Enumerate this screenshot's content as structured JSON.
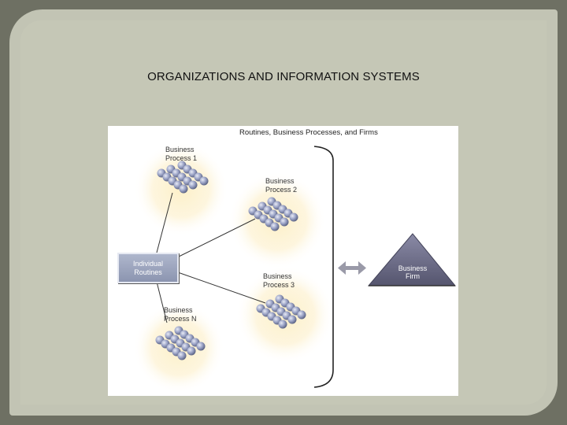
{
  "slide": {
    "title": "ORGANIZATIONS AND INFORMATION SYSTEMS"
  },
  "figure": {
    "caption": "Routines, Business Processes, and Firms",
    "process_1": "Business\nProcess 1",
    "process_2": "Business\nProcess 2",
    "process_3": "Business\nProcess 3",
    "process_n": "Business\nProcess N",
    "routines": "Individual\nRoutines",
    "firm": "Business\nFirm",
    "colors": {
      "sphere": "#9aa2c4",
      "glow": "#fde9b0",
      "triangle": "#6f6f8c",
      "routines_box": "#9aa2bd"
    }
  }
}
